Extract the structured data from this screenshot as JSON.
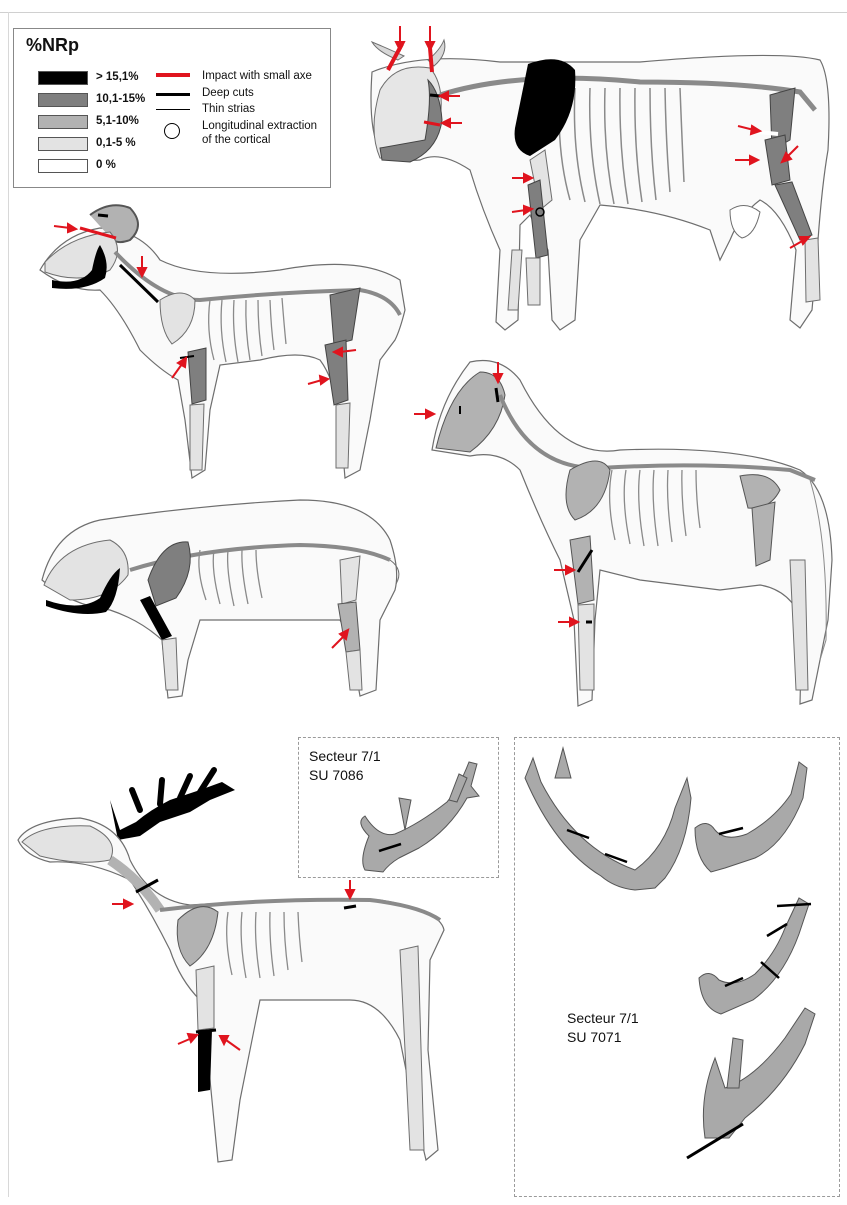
{
  "legend": {
    "title": "%NRp",
    "classes": [
      {
        "label": "> 15,1%",
        "color": "#000000"
      },
      {
        "label": "10,1-15%",
        "color": "#7f7f7f"
      },
      {
        "label": "5,1-10%",
        "color": "#b2b2b2"
      },
      {
        "label": "0,1-5 %",
        "color": "#e3e3e3"
      },
      {
        "label": "0 %",
        "color": "#ffffff"
      }
    ],
    "marks": [
      {
        "label": "Impact with small axe",
        "icon": "red-thick-line"
      },
      {
        "label": "Deep cuts",
        "icon": "black-thick-line"
      },
      {
        "label": "Thin strias",
        "icon": "thin-line"
      },
      {
        "label": "Longitudinal extraction",
        "label2": "of the cortical",
        "icon": "circle"
      }
    ]
  },
  "panels": {
    "su7086": {
      "line1": "Secteur 7/1",
      "line2": "SU 7086"
    },
    "su7071": {
      "line1": "Secteur 7/1",
      "line2": "SU 7071"
    }
  },
  "colors": {
    "impact": "#e0141e",
    "black": "#000000",
    "dark": "#7f7f7f",
    "mid": "#b2b2b2",
    "light": "#e3e3e3",
    "outline": "#6e6e6e"
  },
  "animals": [
    "cattle",
    "sheep",
    "horse",
    "pig",
    "deer"
  ]
}
